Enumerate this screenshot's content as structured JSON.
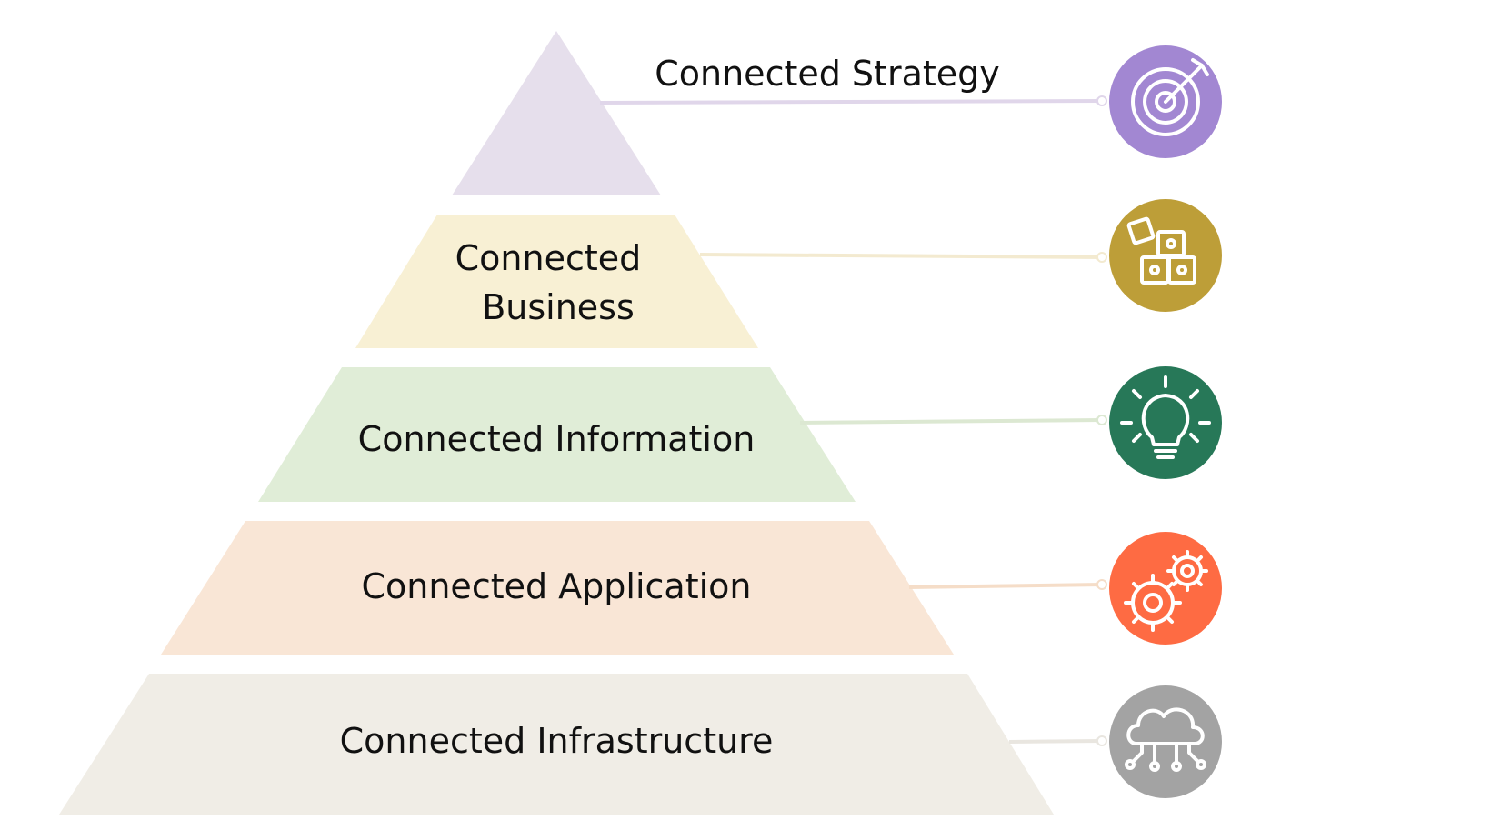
{
  "pyramid": {
    "tiers": [
      {
        "id": "strategy",
        "label_lines": [
          "Connected Strategy"
        ],
        "fill": "#E6DFEC",
        "line_color": "#E0D6EA",
        "icon": "target-icon",
        "icon_color": "#A287D2"
      },
      {
        "id": "business",
        "label_lines": [
          "Connected",
          "Business"
        ],
        "fill": "#F8F0D4",
        "line_color": "#F3EAD0",
        "icon": "puzzle-icon",
        "icon_color": "#BD9E38"
      },
      {
        "id": "information",
        "label_lines": [
          "Connected Information"
        ],
        "fill": "#E0EDD7",
        "line_color": "#DCE8D2",
        "icon": "lightbulb-icon",
        "icon_color": "#277858"
      },
      {
        "id": "application",
        "label_lines": [
          "Connected Application"
        ],
        "fill": "#F9E6D6",
        "line_color": "#F5DDC8",
        "icon": "gears-icon",
        "icon_color": "#FE6B43"
      },
      {
        "id": "infrastructure",
        "label_lines": [
          "Connected Infrastructure"
        ],
        "fill": "#F0EDE6",
        "line_color": "#E9E6E0",
        "icon": "cloud-network-icon",
        "icon_color": "#A3A3A3"
      }
    ]
  }
}
